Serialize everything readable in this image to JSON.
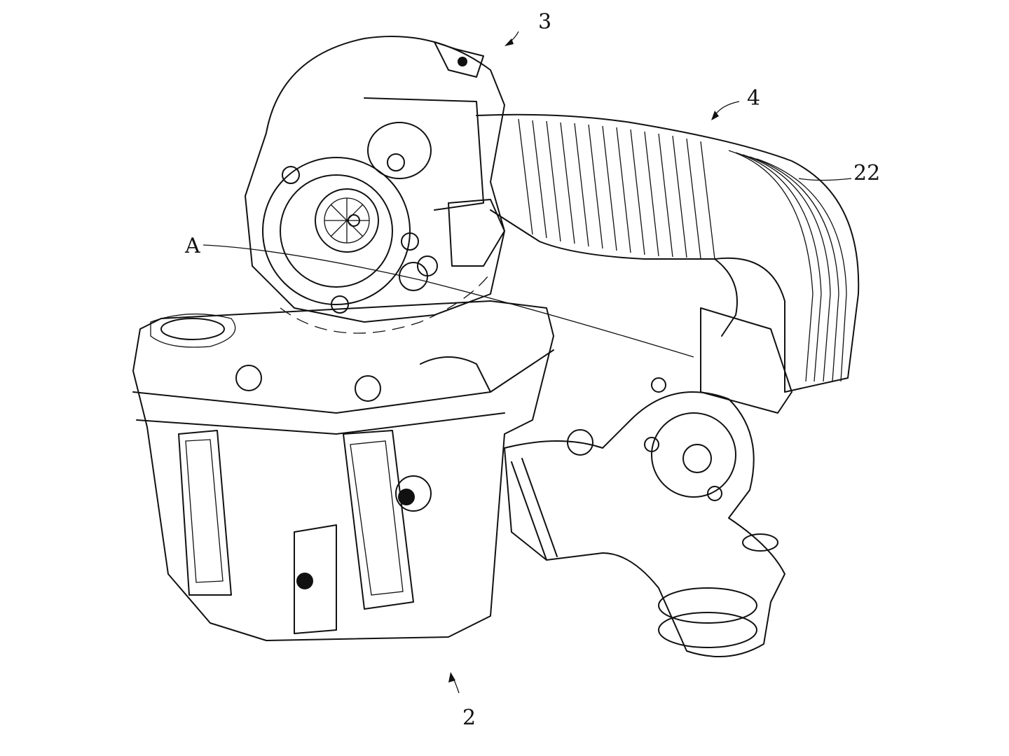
{
  "figure": {
    "labels": {
      "turbocharger": "3",
      "intake_pipe": "4",
      "corrugated_section": "22",
      "detail_region": "A",
      "cylinder_head": "2"
    }
  }
}
